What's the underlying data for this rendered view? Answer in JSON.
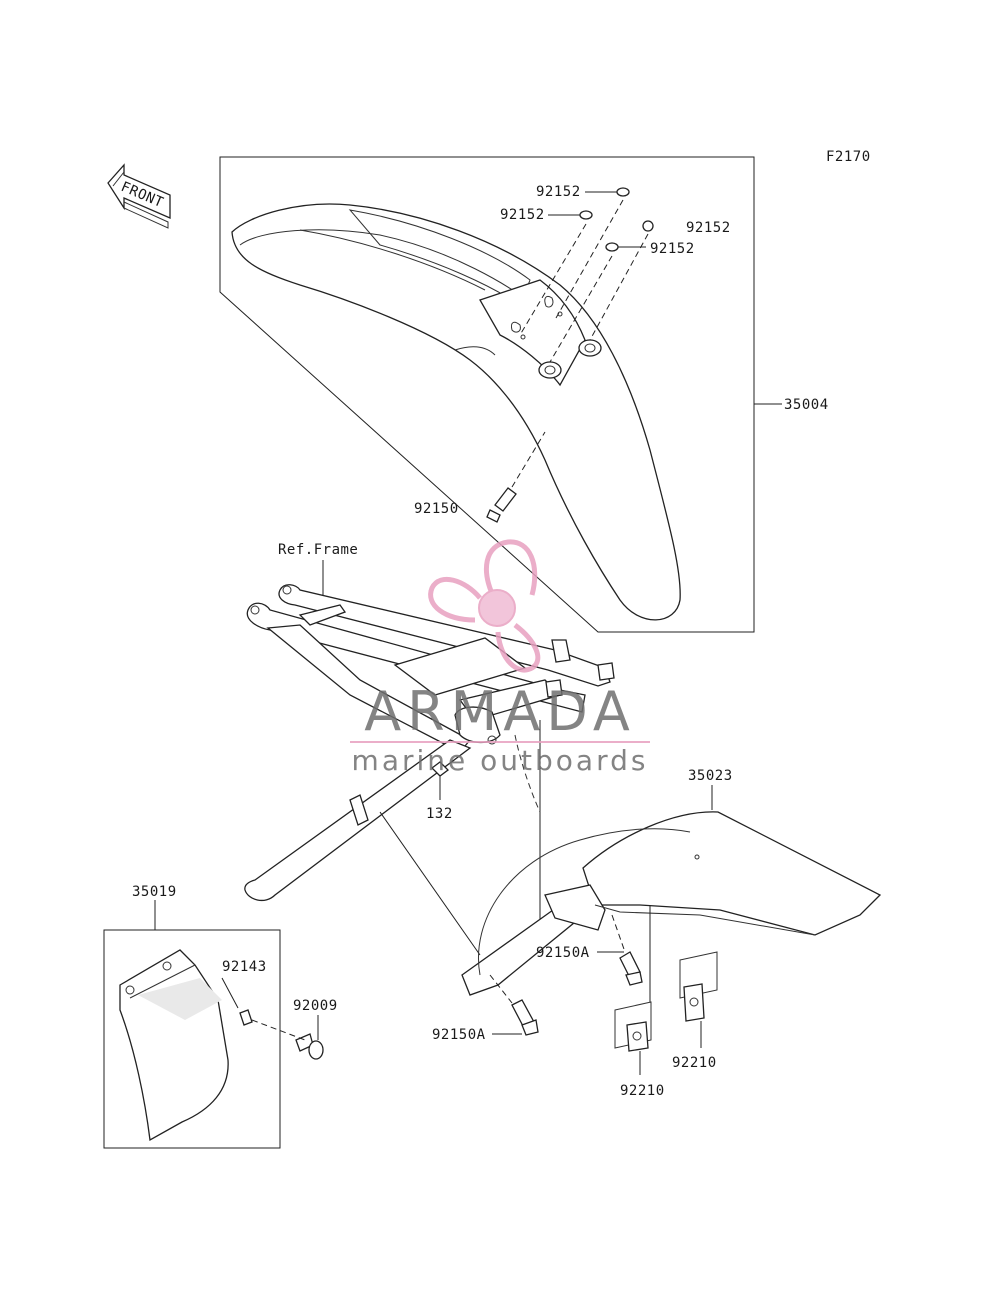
{
  "diagram_code": "F2170",
  "front_arrow_text": "FRONT",
  "ref_frame": "Ref.Frame",
  "parts": {
    "p35004": "35004",
    "p92150": "92150",
    "p92152_a": "92152",
    "p92152_b": "92152",
    "p92152_c": "92152",
    "p92152_d": "92152",
    "p132": "132",
    "p35023": "35023",
    "p92150A_a": "92150A",
    "p92150A_b": "92150A",
    "p92210_a": "92210",
    "p92210_b": "92210",
    "p35019": "35019",
    "p92143": "92143",
    "p92009": "92009"
  },
  "watermark": {
    "brand": "ARMADA",
    "tagline": "marine outboards",
    "colors": {
      "logo_pink": "#e8a0c0",
      "logo_pink_fill": "#f0bcd4",
      "text_gray": "#6f6f6f"
    }
  }
}
